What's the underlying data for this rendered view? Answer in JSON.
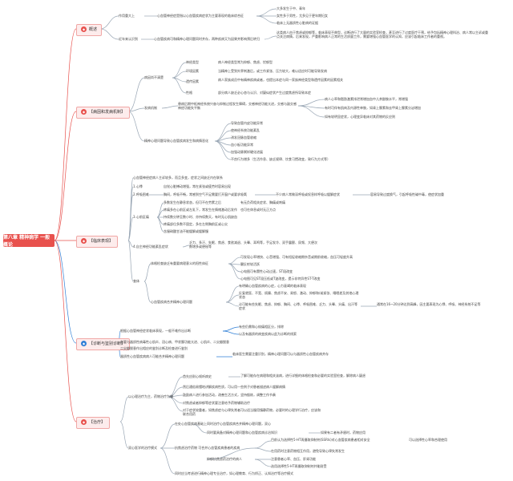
{
  "root": "第八章 精神病学 一般概论",
  "sections": {
    "s1": "概述",
    "s2": "【病因和发病机制】",
    "s3": "【临床表现】",
    "s4": "【诊断与鉴别诊断】",
    "s5": "【治疗】"
  },
  "s1": {
    "a": "作用重大上",
    "a1": "心血管神经症是指以心血管疾病症状为主要表现的临床综合征",
    "a1a": "大多发生于中、青年",
    "a1b": "女性多于男性，尤多见于更年期妇女",
    "a1c": "临床上无器质性心脏病的证据",
    "b": "近年来认识到",
    "b1": "心血管疾病可和精神心理问题同时并存，两种疾病又为因果并影响预后转归",
    "b1a": "这类病人由于焦虑或抑郁等，临床表现不典型，诊断进行了大量的实验室检查，甚至进行了过度医疗干预，给予包括精神心理科治、病人常以主诉或重点关注病情，后来发现，严重影响病人正常的生活质量工作，需要增强心血管医学的认知，应该引起临床工作者的重视。"
  },
  "s2": {
    "a": "病因尚不清楚",
    "a1": "神经类型",
    "a1t": "病人神经类型常为抑郁、焦虑、忧郁型",
    "a2": "环境因素",
    "a2t": "当精神上受到外界刺激后，或工作紧张、压力较大，难以适应时可能导致发病",
    "a3": "遗传因素",
    "a3t": "病人家族成员中有精神疾病或者，也提出本症与同一家族神经类型和遗传因素的因素相关",
    "a4": "性格",
    "a4t": "部分病人缺乏必心态与认识、对疑似症状产生过度焦虑所导致本症",
    "b": "发病机制",
    "b1": "患病后期中枢神经系统兴奋与抑制过程发生障碍，交感神经功能亢进，交感与副交感神经功能失平衡",
    "b1a": "病人心率和脂肪激素排泄常增加血中儿茶酚胺水平，常增强",
    "b1b": "有时可伴有肌肉及内源性单胺，如肾上腺素和去甲肾上腺素分泌增加",
    "b1c": "如有较明显症状，心理变异临床对其药物的反应则",
    "c": "精神心理问题导致心血管疾病发生和病情恶化",
    "c1": "导致血管内皮功能异常",
    "c2": "使神经系统功能紊乱",
    "c3": "诱发冠脉血管收缩",
    "c4": "血小板功能异常",
    "c5": "加强动脉粥样硬化进展",
    "c6": "不良行为增多（生活作息、缺乏规律、饮食习惯改变，致行为方式等）"
  },
  "s3": {
    "h1": "心血管神经症病人主诉较多，而且多变，症状之间缺乏内在联系",
    "p1": "1.心悸",
    "p1t": "自觉心脏搏动增强，常在紧张或疲劳时容易出现",
    "p2": "2.呼吸困难",
    "p2t": "胸闷，呼吸不畅，常感到空气不足需要打开窗户或要求吸氧",
    "p2a": "不少病人常做深呼吸或叹息样呼吸以缓解症状",
    "p2b": "容易导致过度换气，引起呼吸性碱中毒，使症状加重",
    "p3": "3.心前区痛",
    "p3a": "多数发生在静息状态，但可不在劳累之后",
    "p3b": "有无负荷相关症状、胸痛或刺痛",
    "p3c": "疼痛多在心前区或左乳下，常发生在情绪激动后发作",
    "p3d": "也可在休息或时无正方点",
    "p3e": "持续数分钟至数小时、亦持续数天，有时无心肌缺血",
    "p3f": "疼痛部位多数不固定，多在左侧胸前区或心尖",
    "p3g": "含服硝酸甘油不能缓解或缓解慢",
    "p4": "4.自主神经功能紊乱症状",
    "p4t": "乏力、多汗、失眠、焦虑、食欲减退、头晕、耳鸣等，手足发冷、双手震颤、尿频、大便次数增多或便秘等",
    "p5": "查体",
    "p5a": "体格检查缺乏有重要病理意义的阳性体征",
    "p5a1": "可发现心率增快、心音增强、可有短促收缩期杂音或期前收缩，血压可轻度升高",
    "p5a2": "腱反射较活跃",
    "p5a3": "心电图可有窦性心动过速，ST段改变",
    "p5a4": "心电图可见ST段压低或T波改变，提示非特异性ST-T改变",
    "p5b": "心血管疾病合并精神心理问题",
    "p5b1": "有明确心血管疾病的心症，心力衰竭的临床表现",
    "p5b2": "反复就医、不宽、烦躁、焦虑不安、易怒、激动、抑郁和/或紧张、睡眠差及其他心理状态",
    "p5b3": "诊可能有些失眠、焦虑、抑郁、胸闷、心悸、呼吸困难、乏力、头晕、头痛、出汗等症状",
    "p5b3a": "通常在16~20分钟达到高峰，因主要表现为心悸、呼吸、神经系统不足等"
  },
  "s4": {
    "a1": "根据心血管神经症状临床表现，一般不难作出诊断",
    "a1a": "有些仍需和心绞痛相区分，排除",
    "a1b": "以及有器质的病变疾病以此为诊断的线索",
    "a2": "必要与器质性病毒性心肌炎、冠心病、甲状腺功能亢进、心肌炎、二尖瓣脱垂",
    "a2a": "二尖瓣脱垂作出相应的鉴别诊断及检查进行鉴别",
    "a3": "器质性心血管疾病病人可能合并精神心理问题",
    "a3a": "临床医生需要注重识别，精神心理问题可以与器质性心血管疾病并存"
  },
  "s5": {
    "a": "以心理治疗为主，药物治疗为辅",
    "a1": "首先应耐心倾听病史",
    "a1a": "了解可能存在病理和相关该病，进行详细的体格检查和必要的实验室检查，解除病人疑虑",
    "a2": "然后通俗易懂地讲解疾病性质，可以用一些例子对患者描述病人缓解病情",
    "a3": "鼓励病人进行参加活动，改善生活方式，坚持锻炼，调整工作节奏",
    "a4": "对焦虑或者抑郁等症状要注意给予药物辅助治疗",
    "a5": "对于症状较重者，如焦虑症与心律失常者可以适当服用镇静药物，必要时的心理学行治疗，应该和联合用药",
    "b": "双心医学的治疗模式",
    "b1": "在处心血管疾病基础上同时治疗心血管疾病合并精神心理问题，双心",
    "b1a": "同时要具备对精神心理问题和心血管疾病诊治知识",
    "b1b": "如果有二者有矛盾时，药物应用",
    "b2": "抗焦虑治疗药物 可合并心血管疾病患者的疾病",
    "b2a": "目前认为选择性5-HT再摄取抑制剂(SSRIs)对心血管疾病患者相对安全",
    "b2b": "可以选择性心率和合理使用",
    "b2c": "在用药时注意药物相互作用，避免导致心律失常发生",
    "b3": "抑郁抗焦虑药治疗的病人",
    "b3a": "注意患者心率、血压、肝肾功能",
    "b3b": "选用选择性5-HT再摄取抑制剂并能耐受",
    "b4": "同时应当考虑进行精神心理专业治疗，如心理教育、行为矫正、认知治疗等治疗模式"
  }
}
